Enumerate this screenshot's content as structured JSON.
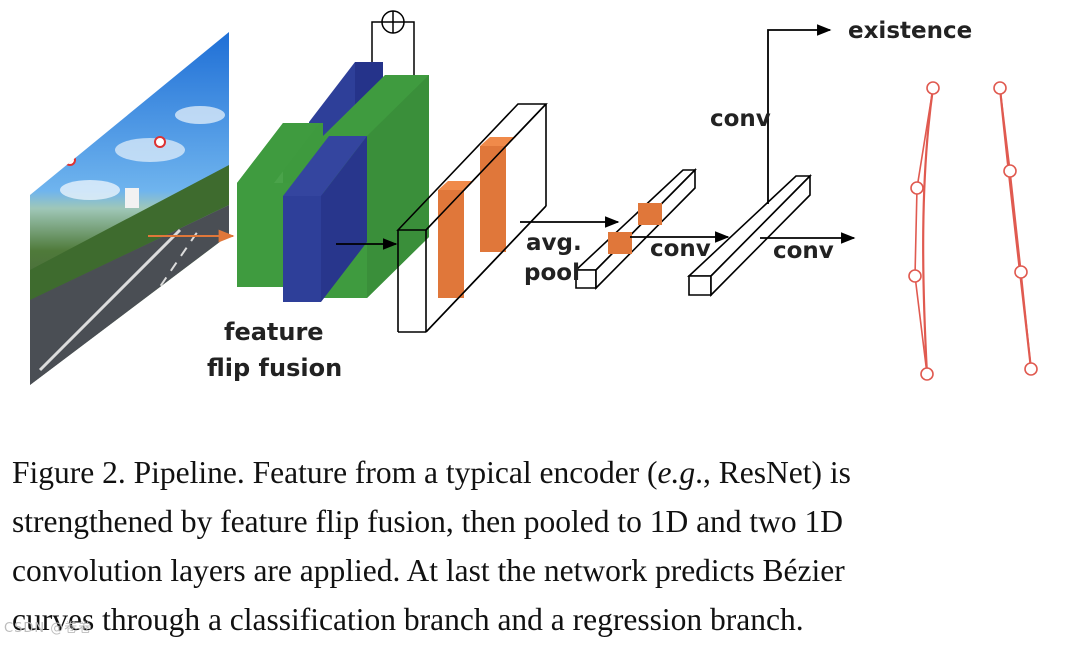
{
  "figure": {
    "labels": {
      "fusion_line1": "feature",
      "fusion_line2": "flip fusion",
      "pool_line1": "avg.",
      "pool_line2": "pool",
      "conv_vertical": "conv",
      "conv_first": "conv",
      "conv_second": "conv",
      "existence": "existence",
      "plus_symbol": "⊕"
    },
    "colors": {
      "green": "#3f9b3f",
      "blue": "#2e3f99",
      "orange": "#e0773a",
      "curve_red": "#e05a50",
      "line": "#000000"
    },
    "icons": [
      "road-image",
      "plus-circle-icon",
      "bezier-curve-left",
      "bezier-curve-right"
    ]
  },
  "caption": {
    "line1_prefix": "Figure 2. Pipeline. Feature from a typical encoder (",
    "line1_eg": "e.g",
    "line1_suffix": "., ResNet) is",
    "line2": "strengthened by feature flip fusion, then pooled to 1D and two 1D",
    "line3": "convolution layers are applied. At last the network predicts Bézier",
    "line4": "curves through a classification branch and a regression branch."
  },
  "watermark": "CSDN @卷卷"
}
